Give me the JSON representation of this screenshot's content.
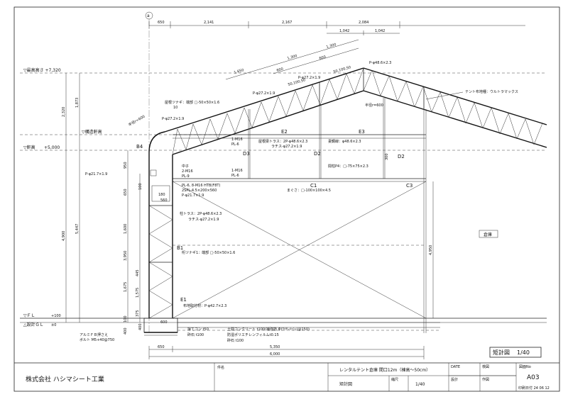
{
  "drawing": {
    "grid_marker": "a",
    "top_dims": [
      "650",
      "2,141",
      "2,167",
      "2,084",
      "1,042",
      "1,042"
    ],
    "slope_dims": [
      "1,650",
      "1,300",
      "1,300",
      "600",
      "600",
      "50,100,50",
      "50,100,50"
    ],
    "levels": {
      "ridge": "▽最高高さ +7,320",
      "structure": "▽構造軒高",
      "eave": "▽軒高",
      "eave_value": "+5,000",
      "fl": "▽ＦＬ",
      "fl_value": "+100",
      "gl": "△設計ＧＬ",
      "gl_value": "±0"
    },
    "left_dims": [
      "2,320",
      "1,873",
      "950",
      "650",
      "4,900",
      "5,447",
      "1,600",
      "3,950",
      "445",
      "1,675",
      "1,575",
      "375",
      "100",
      "400"
    ],
    "labels": {
      "ridge_cap": "屋根ツナギ：端部 □-50×50×1.6",
      "ridge_cap_sub": "10",
      "pipe_a": "P-φ27.2×1.9",
      "pipe_b": "P-φ27.2×1.9",
      "pipe_c": "P-φ27.2×1.9",
      "pipe_top": "P-φ48.6×2.3",
      "pipe_r": "P-φ27.2×1.9",
      "radius_left": "半径r=600",
      "radius_right": "半径r=600",
      "tent_fabric": "テント布地種：ウルトラマックス",
      "b4": "B4",
      "e2": "E2",
      "e3": "E3",
      "d2a": "D2",
      "d2b": "D2",
      "d3": "D3",
      "c1": "C1",
      "c3": "C3",
      "b1": "B1",
      "e1": "E1",
      "bolt1": "1-M16",
      "pl1": "PL-6",
      "bolt2": "1-M16",
      "pl2": "PL-6",
      "roof_beam": "屋根梁トラス：2P-φ48.6×2.3",
      "roof_beam_lace": "ラチス-φ27.2×1.9",
      "gable_beam": "妻鋼線：φ48.6×2.3",
      "mid_girt": "間柱P4：□-75×75×2.3",
      "girt": "まぐさ：□-100×100×4.5",
      "nakako": "中子",
      "nakako_bolt": "2-M16",
      "nakako_pl": "PL-9",
      "joint_pl": "PL-6, 8-M16 HTB(F8T)",
      "joint_pl2": "2SPL-4.5×200×560",
      "pipe_joint": "P-φ21.7×1.9",
      "pipe_left": "P-φ21.7×1.9",
      "dim_100": "100",
      "dim_180": "180",
      "dim_560": "560",
      "col_truss": "柱トラス：2P-φ48.6×2.3",
      "col_truss_lace": "ラチス-φ27.2×1.9",
      "col_tie": "桁ツナギ1：端部 □-50×50×1.6",
      "warehouse": "倉庫",
      "interior_h": "4,950",
      "dim_300": "300",
      "base_fix": "布地取付材：P-φ42.7×2.3",
      "anchor": "アルミＦＢ押さえ",
      "bolt_spec": "ボルト M5+40@750",
      "dim_600": "600",
      "dim_400": "400",
      "conc_block": "捨てコン t50",
      "gravel1": "砕石 t100",
      "slab": "土間コンクリート t100(補強筋 Φ(ﾜｲﾔｰﾒｯｼｭ)@150)",
      "vapor": "防湿ポリエチレンフィルムt0.15",
      "gravel2": "砕石 t100",
      "bottom_650": "650",
      "bottom_5350": "5,350",
      "bottom_6000": "6,000"
    }
  },
  "title_box": {
    "text": "矩計図",
    "scale": "1/40"
  },
  "title_block": {
    "company": "株式会社 ハシマシート工業",
    "field_label_1": "件名",
    "project": "レンタルテント倉庫 間口12m（棟高～50cm）",
    "drawing_name": "矩計図",
    "scale_label": "縮尺",
    "scale": "1/40",
    "date_label": "DATE",
    "check_label": "検図",
    "design_label": "設計",
    "drawn_label": "作図",
    "sheet_label": "図面No",
    "sheet_no": "A03",
    "print_date": "印刷日付 24 06 12"
  }
}
